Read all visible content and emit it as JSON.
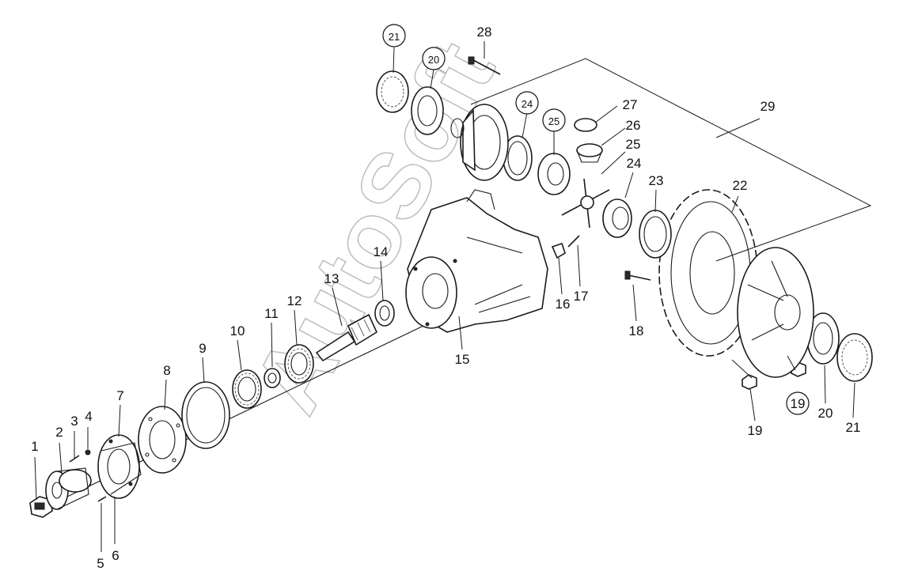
{
  "diagram": {
    "watermark": "AutoSoft",
    "labels": [
      "1",
      "2",
      "3",
      "4",
      "5",
      "6",
      "7",
      "8",
      "9",
      "10",
      "11",
      "12",
      "13",
      "14",
      "15",
      "16",
      "17",
      "18",
      "19",
      "20",
      "21",
      "22",
      "23",
      "24",
      "25",
      "26",
      "27",
      "28",
      "29"
    ],
    "circled_labels": [
      "21",
      "20",
      "24",
      "25",
      "19"
    ]
  }
}
